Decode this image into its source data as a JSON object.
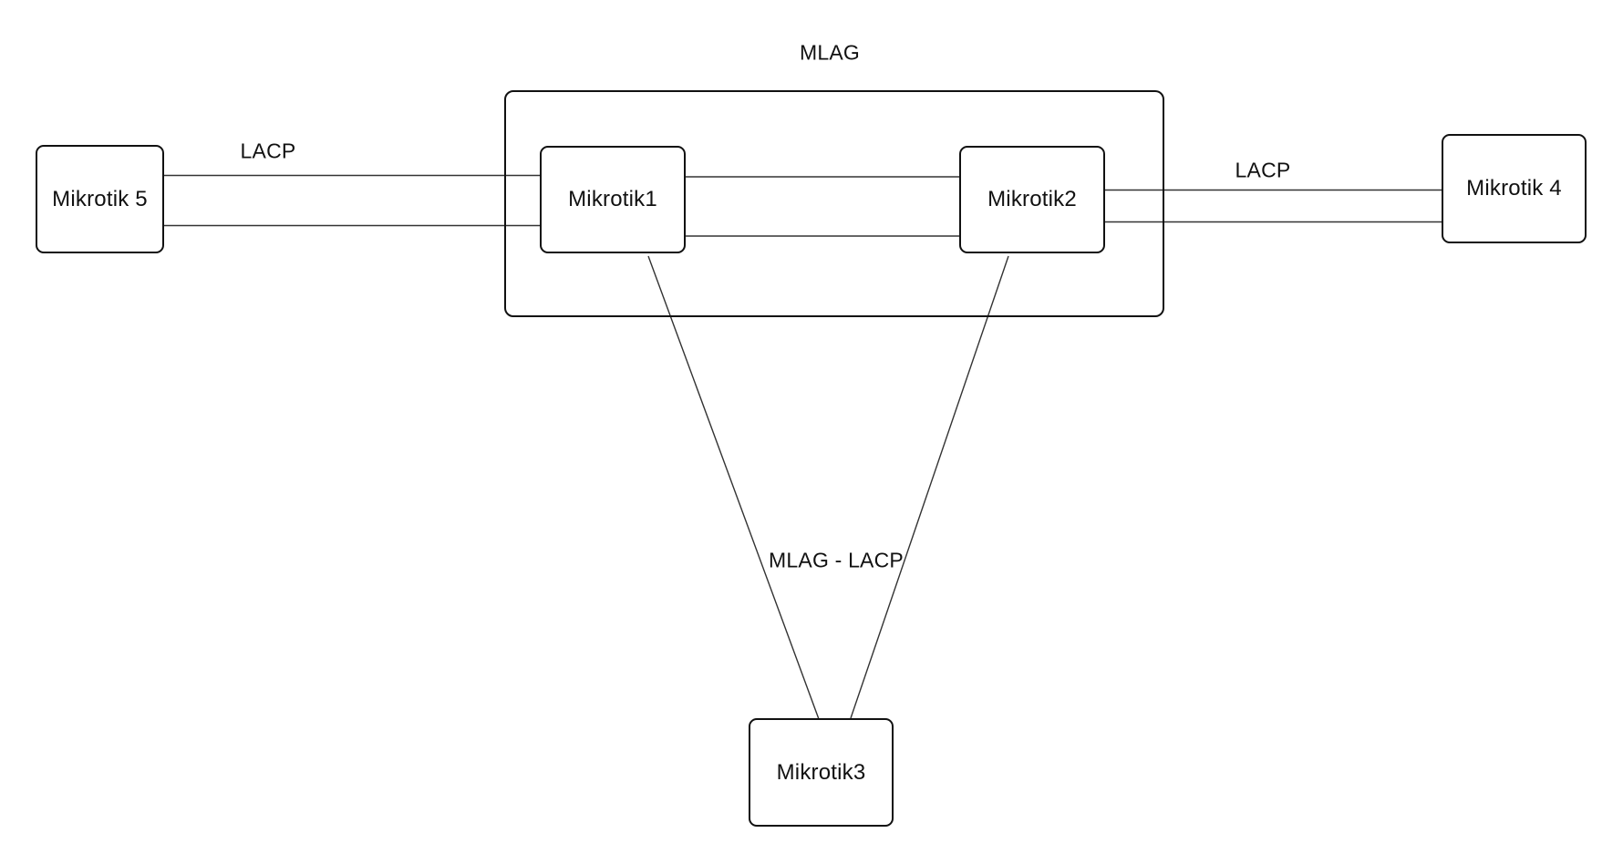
{
  "diagram": {
    "group": {
      "label": "MLAG",
      "members": [
        "Mikrotik1",
        "Mikrotik2"
      ]
    },
    "nodes": {
      "mikrotik5": {
        "label": "Mikrotik 5"
      },
      "mikrotik1": {
        "label": "Mikrotik1"
      },
      "mikrotik2": {
        "label": "Mikrotik2"
      },
      "mikrotik4": {
        "label": "Mikrotik 4"
      },
      "mikrotik3": {
        "label": "Mikrotik3"
      }
    },
    "edge_labels": {
      "lacp_left": "LACP",
      "lacp_right": "LACP",
      "mlag_lacp": "MLAG - LACP"
    },
    "links": [
      {
        "from": "Mikrotik 5",
        "to": "Mikrotik1",
        "label": "LACP",
        "parallel_lines": 2
      },
      {
        "from": "Mikrotik1",
        "to": "Mikrotik2",
        "label": "",
        "parallel_lines": 2
      },
      {
        "from": "Mikrotik2",
        "to": "Mikrotik 4",
        "label": "LACP",
        "parallel_lines": 2
      },
      {
        "from": "Mikrotik1",
        "to": "Mikrotik3",
        "label": "MLAG - LACP",
        "parallel_lines": 1
      },
      {
        "from": "Mikrotik2",
        "to": "Mikrotik3",
        "label": "MLAG - LACP",
        "parallel_lines": 1
      }
    ],
    "colors": {
      "background": "#ffffff",
      "node_border": "#111111",
      "link_line": "#333333",
      "text": "#111111"
    }
  }
}
